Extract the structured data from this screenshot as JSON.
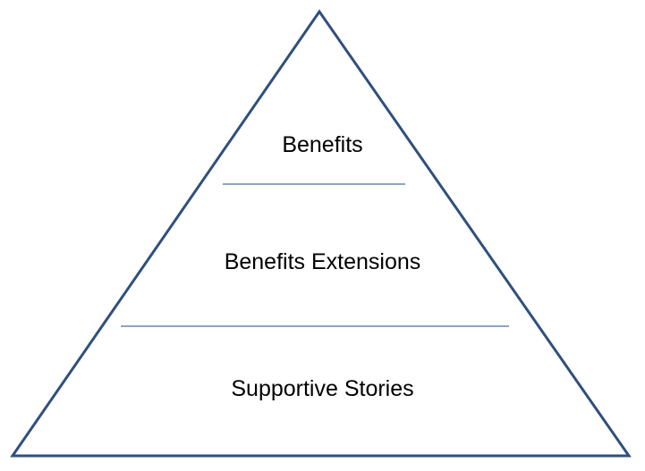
{
  "diagram": {
    "tiers": [
      {
        "label": "Benefits"
      },
      {
        "label": "Benefits Extensions"
      },
      {
        "label": "Supportive Stories"
      }
    ],
    "colors": {
      "outline": "#2f4f7f",
      "divider": "#4a6f9c",
      "text": "#000000",
      "background": "#ffffff"
    }
  }
}
